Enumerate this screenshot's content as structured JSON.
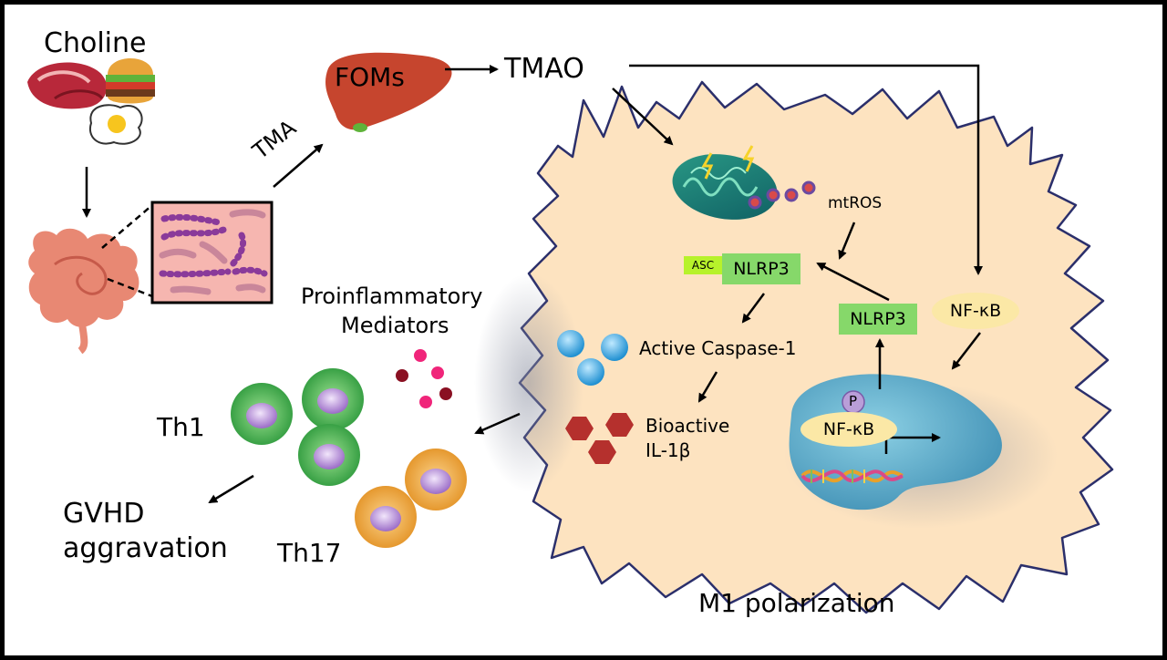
{
  "labels": {
    "choline": "Choline",
    "foms": "FOMs",
    "tmao": "TMAO",
    "tma": "TMA",
    "mtros": "mtROS",
    "asc": "ASC",
    "nlrp3_complex": "NLRP3",
    "nlrp3": "NLRP3",
    "nfkb": "NF-κB",
    "nfkb_nucleus": "NF-κB",
    "phospho": "P",
    "active_caspase": "Active Caspase-1",
    "bioactive": "Bioactive",
    "il1b": "IL-1β",
    "proinflammatory": "Proinflammatory",
    "mediators": "Mediators",
    "th1": "Th1",
    "th17": "Th17",
    "gvhd": "GVHD",
    "aggravation": "aggravation",
    "m1": "M1 polarization"
  },
  "colors": {
    "macrophage": "#fde3c0",
    "macrophage_outline": "#2b2f6b",
    "nlrp3_box": "#86d86a",
    "asc_box": "#b7f22b",
    "nfkb_ellipse": "#fbe8a6",
    "nucleus": "#5aa7c4",
    "th1_cell": "#3fb048",
    "th17_cell": "#f0a93a",
    "cell_core": "#b58bd6",
    "caspase": "#39a9e1",
    "il1b": "#b5302d",
    "mediator_pink": "#f0257a",
    "mediator_dark": "#8a1022",
    "liver": "#c6452e",
    "bacteria_bg": "#f6b6b0"
  },
  "icons": [
    "meat-icon",
    "burger-icon",
    "egg-icon",
    "intestine-icon",
    "liver-icon",
    "mitochondrion-icon",
    "dna-icon",
    "bacteria-icon"
  ]
}
